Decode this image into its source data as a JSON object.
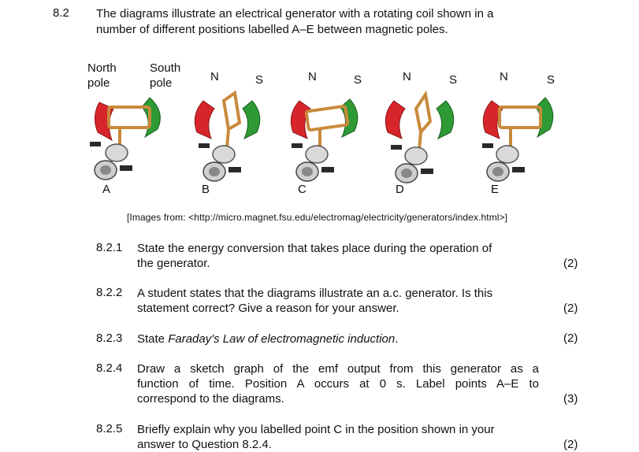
{
  "question": {
    "number": "8.2",
    "intro_line1": "The diagrams illustrate an electrical generator with a rotating coil shown in a",
    "intro_line2": "number of different positions labelled A–E between magnetic poles."
  },
  "labels": {
    "north_line1": "North",
    "north_line2": "pole",
    "south_line1": "South",
    "south_line2": "pole",
    "n": "N",
    "s": "S"
  },
  "diagrams": [
    {
      "letter": "A"
    },
    {
      "letter": "B"
    },
    {
      "letter": "C"
    },
    {
      "letter": "D"
    },
    {
      "letter": "E"
    }
  ],
  "caption": "[Images from: <http://micro.magnet.fsu.edu/electromag/electricity/generators/index.html>]",
  "subquestions": [
    {
      "num": "8.2.1",
      "line1": "State the energy conversion that takes place during the operation of",
      "line2": "the generator.",
      "marks": "(2)"
    },
    {
      "num": "8.2.2",
      "line1": "A student states that the diagrams illustrate an a.c. generator. Is this",
      "line2": "statement correct? Give a reason for your answer.",
      "marks": "(2)"
    },
    {
      "num": "8.2.3",
      "prefix": "State ",
      "italic": "Faraday's Law of electromagnetic induction",
      "suffix": ".",
      "marks": "(2)"
    },
    {
      "num": "8.2.4",
      "line1": "Draw a sketch graph of the emf output from this generator as a",
      "line2": "function of time. Position A occurs at 0 s. Label points A–E to",
      "line3": "correspond to the diagrams.",
      "marks": "(3)"
    },
    {
      "num": "8.2.5",
      "line1": "Briefly explain why you labelled point C in the position shown in your",
      "line2": "answer to Question 8.2.4.",
      "marks": "(2)"
    }
  ],
  "colors": {
    "north_pole": "#d7262b",
    "south_pole": "#2e9a35",
    "coil": "#c98a3c",
    "brush": "#2a2a2a"
  }
}
